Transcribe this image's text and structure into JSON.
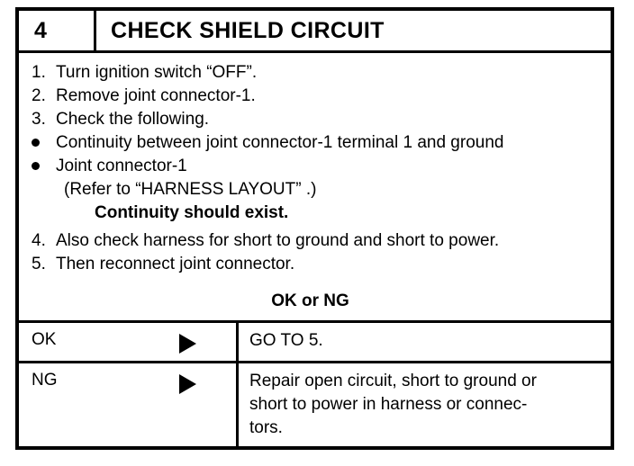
{
  "step": {
    "number": "4",
    "title": "CHECK SHIELD CIRCUIT"
  },
  "instructions": [
    {
      "marker": "1.",
      "text": "Turn ignition switch “OFF”."
    },
    {
      "marker": "2.",
      "text": "Remove joint connector-1."
    },
    {
      "marker": "3.",
      "text": "Check the following."
    }
  ],
  "bullets": [
    {
      "icon": "bullet-dot",
      "text": "Continuity between joint connector-1 terminal 1 and ground"
    },
    {
      "icon": "bullet-dot",
      "text": "Joint connector-1"
    }
  ],
  "reference_note": "(Refer to “HARNESS LAYOUT” .)",
  "emphasis_note": "Continuity should exist.",
  "instructions_cont": [
    {
      "marker": "4.",
      "text": "Also check harness for short to ground and short to power."
    },
    {
      "marker": "5.",
      "text": "Then reconnect joint connector."
    }
  ],
  "judgement_prompt": "OK or NG",
  "results": [
    {
      "judgement": "OK",
      "arrow_icon": "triangle-right-icon",
      "action_lines": [
        "GO TO 5."
      ]
    },
    {
      "judgement": "NG",
      "arrow_icon": "triangle-right-icon",
      "action_lines": [
        "Repair open circuit, short to ground or",
        "short to power in harness or connec-",
        "tors."
      ]
    }
  ]
}
